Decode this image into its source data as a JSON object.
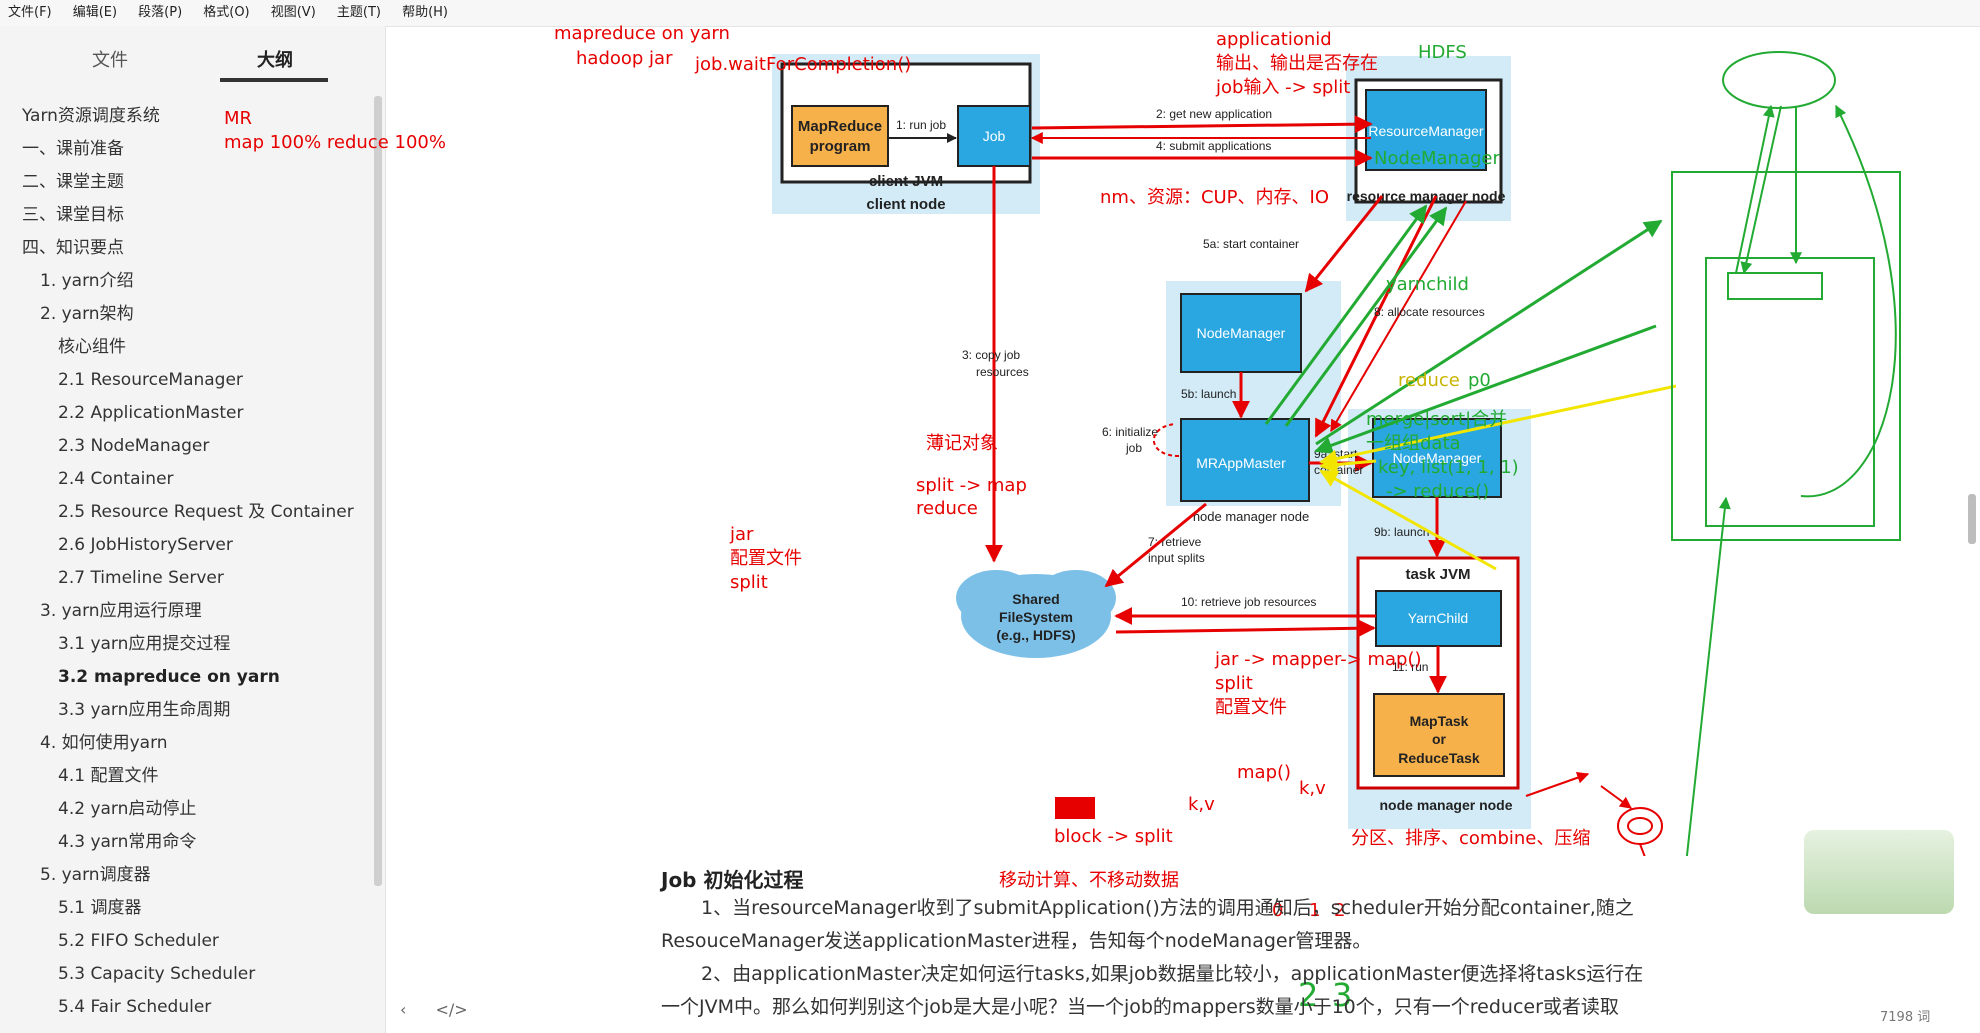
{
  "menu": [
    "文件(F)",
    "编辑(E)",
    "段落(P)",
    "格式(O)",
    "视图(V)",
    "主题(T)",
    "帮助(H)"
  ],
  "sidebar": {
    "tabs": [
      "文件",
      "大纲"
    ],
    "active_tab": "大纲",
    "outline": [
      {
        "label": "Yarn资源调度系统",
        "level": 0
      },
      {
        "label": "一、课前准备",
        "level": 0
      },
      {
        "label": "二、课堂主题",
        "level": 0
      },
      {
        "label": "三、课堂目标",
        "level": 0
      },
      {
        "label": "四、知识要点",
        "level": 0
      },
      {
        "label": "1. yarn介绍",
        "level": 1
      },
      {
        "label": "2. yarn架构",
        "level": 1
      },
      {
        "label": "核心组件",
        "level": 2
      },
      {
        "label": "2.1 ResourceManager",
        "level": 2
      },
      {
        "label": "2.2 ApplicationMaster",
        "level": 2
      },
      {
        "label": "2.3 NodeManager",
        "level": 2
      },
      {
        "label": "2.4 Container",
        "level": 2
      },
      {
        "label": "2.5 Resource Request 及 Container",
        "level": 2
      },
      {
        "label": "2.6 JobHistoryServer",
        "level": 2
      },
      {
        "label": "2.7 Timeline Server",
        "level": 2
      },
      {
        "label": "3. yarn应用运行原理",
        "level": 1
      },
      {
        "label": "3.1 yarn应用提交过程",
        "level": 2
      },
      {
        "label": "3.2 mapreduce on yarn",
        "level": 2,
        "bold": true
      },
      {
        "label": "3.3 yarn应用生命周期",
        "level": 2
      },
      {
        "label": "4. 如何使用yarn",
        "level": 1
      },
      {
        "label": "4.1 配置文件",
        "level": 2
      },
      {
        "label": "4.2 yarn启动停止",
        "level": 2
      },
      {
        "label": "4.3 yarn常用命令",
        "level": 2
      },
      {
        "label": "5. yarn调度器",
        "level": 1
      },
      {
        "label": "5.1 调度器",
        "level": 2
      },
      {
        "label": "5.2 FIFO Scheduler",
        "level": 2
      },
      {
        "label": "5.3 Capacity Scheduler",
        "level": 2
      },
      {
        "label": "5.4 Fair Scheduler",
        "level": 2
      }
    ],
    "footer_prev": "‹",
    "footer_source": "</>"
  },
  "diagram": {
    "mapreduce_program": "MapReduce program",
    "job": "Job",
    "client_jvm": "client JVM",
    "client_node": "client node",
    "resource_manager": "ResourceManager",
    "rm_node": "resource manager node",
    "node_manager_1": "NodeManager",
    "mr_app_master": "MRAppMaster",
    "nm_node_1": "node manager node",
    "node_manager_2": "NodeManager",
    "task_jvm": "task JVM",
    "yarn_child": "YarnChild",
    "map_task": "MapTask or ReduceTask",
    "nm_node_2": "node manager node",
    "shared_fs": "Shared FileSystem (e.g., HDFS)",
    "steps": {
      "s1": "1: run job",
      "s2": "2: get new application",
      "s4": "4: submit applications",
      "s5a": "5a: start container",
      "s5b": "5b: launch",
      "s3": "3: copy job resources",
      "s6": "6: initialize job",
      "s7": "7: retrieve input splits",
      "s8": "8: allocate resources",
      "s9a": "9a: start container",
      "s9b": "9b: launch",
      "s10": "10: retrieve job resources",
      "s11": "11: run"
    }
  },
  "annotations": {
    "mapreduce_on_yarn": "mapreduce on yarn",
    "hadoop_jar": "hadoop jar",
    "wait_for_completion": "job.waitForCompletion()",
    "mr": "MR",
    "map_reduce_pct": "map 100% reduce 100%",
    "applicationid": "applicationid",
    "output_check": "输出、输出是否存在",
    "job_input": "job输入 -> split",
    "nm_resources": "nm、资源：CUP、内存、IO",
    "register_obj": "薄记对象",
    "split_map": "split -> map",
    "reduce": "reduce",
    "jar": "jar",
    "config_file": "配置文件",
    "split": "split",
    "jar_mapper": "jar -> mapper-> map()",
    "split2": "split",
    "config_file2": "配置文件",
    "map_call": "map()",
    "kv1": "k,v",
    "kv2": "k,v",
    "block_split": "block -> split",
    "move_compute": "移动计算、不移动数据",
    "partition": "分区、排序、combine、压缩",
    "hdfs": "HDFS",
    "node_manager_green": "NodeManager",
    "yarnchild": "yarnchild",
    "reduce_p0": "reduce",
    "p0": "p0",
    "merge": "merge|sort|合并",
    "group_data": "一组组data",
    "key_list": "key, list(1, 1, 1)",
    "to_reduce": "-> reduce()",
    "grid_0": "0",
    "grid_1": "1",
    "grid_2": "2",
    "hand_2": "2",
    "hand_3": "3"
  },
  "doc": {
    "heading": "Job 初始化过程",
    "para1a": "1、当resourceManager收到了submitApplication()方法的调用通知后，scheduler开始分配container,随之",
    "para1b": "ResouceManager发送applicationMaster进程，告知每个nodeManager管理器。",
    "para2a": "2、由applicationMaster决定如何运行tasks,如果job数据量比较小，applicationMaster便选择将tasks运行在",
    "para2b": "一个JVM中。那么如何判别这个job是大是小呢？当一个job的mappers数量小于10个，只有一个reducer或者读取"
  },
  "status": {
    "word_count": "7198 词"
  },
  "colors": {
    "accent_red": "#e60000",
    "accent_green": "#22aa33",
    "accent_yellow": "#f2e600",
    "box_blue": "#2aa7e0",
    "panel_blue": "#d2ebf7",
    "task_orange": "#f7b14b"
  }
}
